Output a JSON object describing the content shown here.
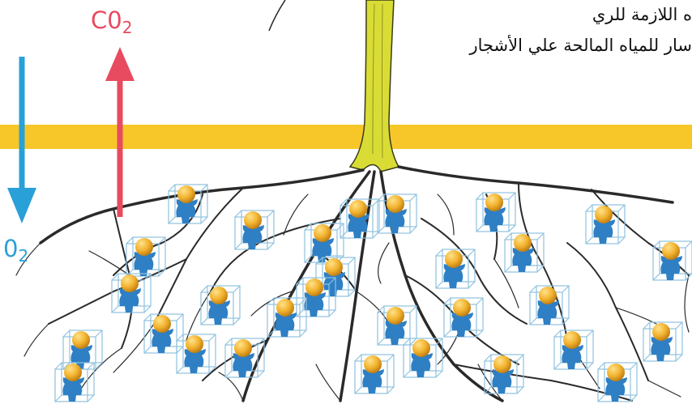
{
  "texts": {
    "arabic_line1": "ه اللازمة للري",
    "arabic_line2": "سار للمياه المالحة علي الأشجار",
    "co2_main": "C0",
    "co2_sub": "2",
    "o2_main": "0",
    "o2_sub": "2"
  },
  "colors": {
    "soil_band": "#f7c72a",
    "co2_arrow": "#e84a5f",
    "o2_arrow": "#2aa0d8",
    "trunk": "#d9dc35",
    "root": "#2a2a2a",
    "microbe_body": "#2f7fc4",
    "microbe_head": "#f2b22e",
    "cube_edge": "#8fc2de"
  },
  "microbe_count": 30
}
